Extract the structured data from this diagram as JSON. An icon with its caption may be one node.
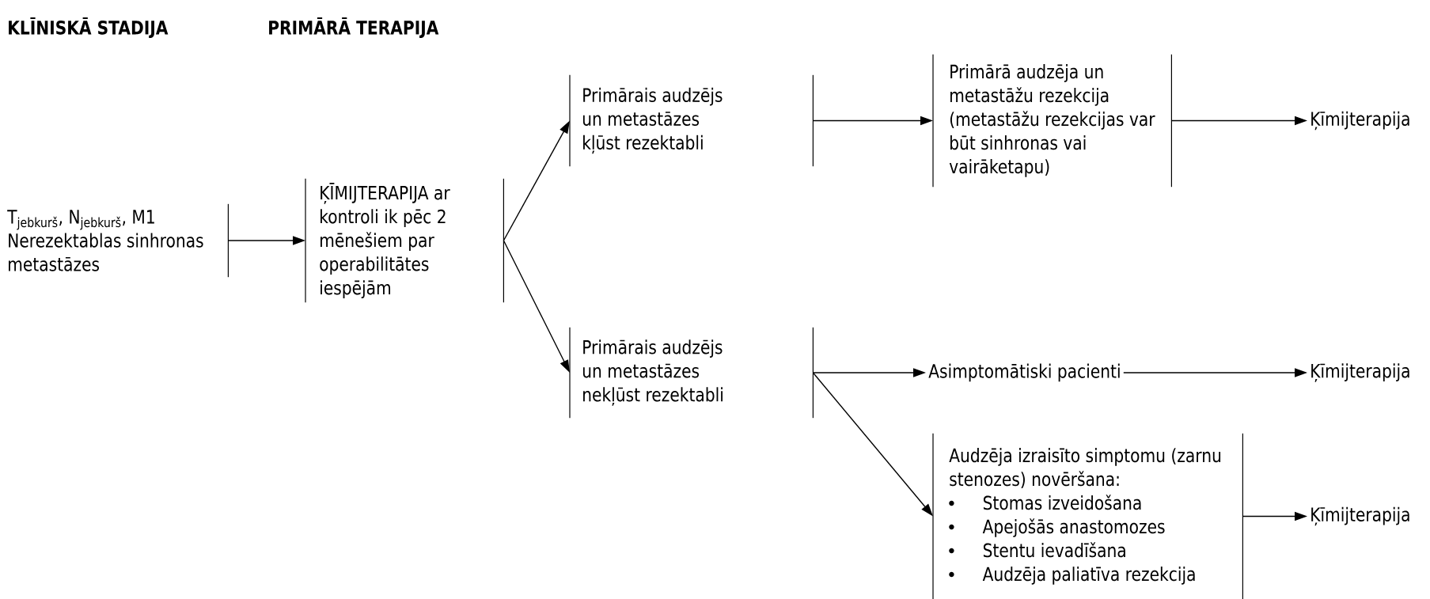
{
  "diagram": {
    "nodes": [
      {
        "text": [
          "T$_{jebkurš}$, N$_{jebkurš}$, M1 Nerezektablas sinhronas metastāzes"
        ]
      },
      {
        "text": [
          "ĶĪMIJTERAPIJA ar kontroli ik pēc 2 mēnešiem par operabilitātes iespējām"
        ]
      },
      {
        "text": [
          "Primārais audzējs un metastāzes kļūst rezektabli"
        ]
      },
      {
        "text": [
          "Primārā audzēja un metastāžu rezekcija (metastāžu rezekcijas var būt sinhronas vai vairāketapu)"
        ]
      },
      {
        "text": [
          "Ķīmijterapija"
        ]
      },
      {
        "text": [
          "Asimptomātiski pacienti"
        ]
      },
      {
        "text": [
          "Ķīmijterapija"
        ]
      },
      {
        "text": [
          "Primārais audzējs un metastāzes nekļūst rezektabli"
        ]
      },
      {
        "text": [
          "Audzēja izraisīto simptomu (zarnu stenozes) novēršana:",
          "Stomas izveidošana",
          "Apejošās anastomozes",
          "Stentu ievadīšana",
          "Audzēja paliatīva rezekcija"
        ]
      },
      {
        "text": [
          "Ķīmijterapija"
        ]
      }
    ],
    "edges": [
      {
        "from": 0,
        "to": 1,
        "arrow": "to"
      },
      {
        "from": 1,
        "to": 2,
        "arrow": "to"
      },
      {
        "from": 1,
        "to": 7,
        "arrow": "to"
      },
      {
        "from": 2,
        "to": 3,
        "arrow": "to"
      },
      {
        "from": 3,
        "to": 4,
        "arrow": "to"
      },
      {
        "from": 7,
        "to": 5,
        "arrow": "to"
      },
      {
        "from": 7,
        "to": 8,
        "arrow": "to"
      },
      {
        "from": 5,
        "to": 6,
        "arrow": "to"
      },
      {
        "from": 8,
        "to": 9,
        "arrow": "to"
      }
    ],
    "labels": [
      "KLĪNISKĀ STADIJA",
      "PRIMĀRĀ TERAPIJA"
    ]
  }
}
